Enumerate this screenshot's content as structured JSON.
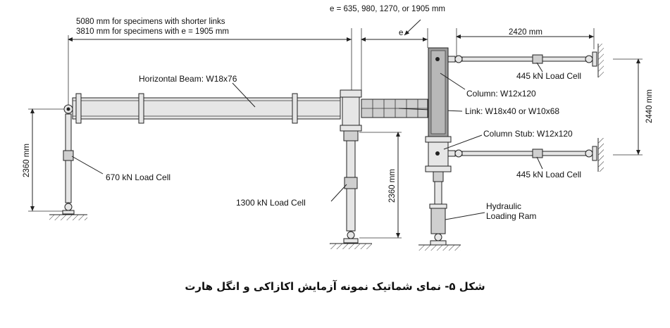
{
  "figure": {
    "top_note": "e = 635, 980, 1270, or 1905 mm",
    "span_note_1": "5080 mm for specimens with shorter  links",
    "span_note_2": "3810 mm for specimens with e = 1905 mm",
    "e_symbol": "e",
    "dim_2420": "2420 mm",
    "dim_2440": "2440 mm",
    "dim_2360_left": "2360 mm",
    "dim_2360_mid": "2360 mm",
    "labels": {
      "horizontal_beam": "Horizontal Beam: W18x76",
      "load_cell_670": "670 kN Load Cell",
      "load_cell_1300": "1300 kN Load Cell",
      "load_cell_445_top": "445 kN Load Cell",
      "load_cell_445_bottom": "445 kN Load Cell",
      "column": "Column: W12x120",
      "link": "Link: W18x40 or W10x68",
      "column_stub": "Column Stub: W12x120",
      "hydraulic_1": "Hydraulic",
      "hydraulic_2": "Loading Ram"
    }
  },
  "caption": "شکل ۵- نمای شماتیک نمونه آزمایش اکازاکی و انگل هارت"
}
